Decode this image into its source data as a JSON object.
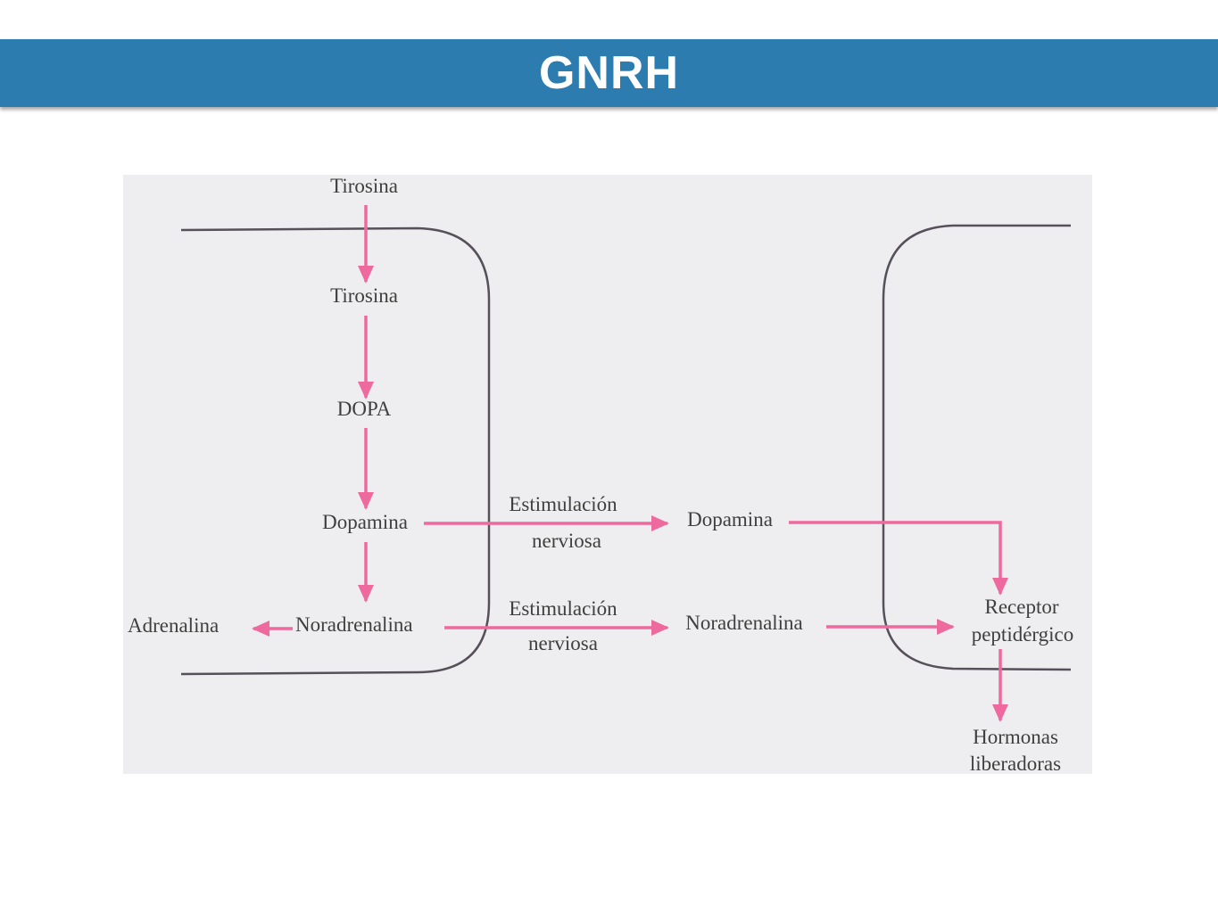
{
  "slide": {
    "title": "GNRH"
  },
  "diagram": {
    "labels": {
      "tirosina_outside": "Tirosina",
      "tirosina_inside": "Tirosina",
      "dopa": "DOPA",
      "dopamina_left": "Dopamina",
      "noradrenalina_left": "Noradrenalina",
      "adrenalina": "Adrenalina",
      "estimulacion_top": "Estimulación",
      "nerviosa_top": "nerviosa",
      "estimulacion_bottom": "Estimulación",
      "nerviosa_bottom": "nerviosa",
      "dopamina_right": "Dopamina",
      "noradrenalina_right": "Noradrenalina",
      "receptor_line1": "Receptor",
      "receptor_line2": "peptidérgico",
      "hormonas_line1": "Hormonas",
      "hormonas_line2": "liberadoras"
    },
    "colors": {
      "arrow": "#ee6a9e",
      "membrane": "#55505a",
      "panel": "#eeedef",
      "title_bar": "#2c7cb0"
    }
  }
}
